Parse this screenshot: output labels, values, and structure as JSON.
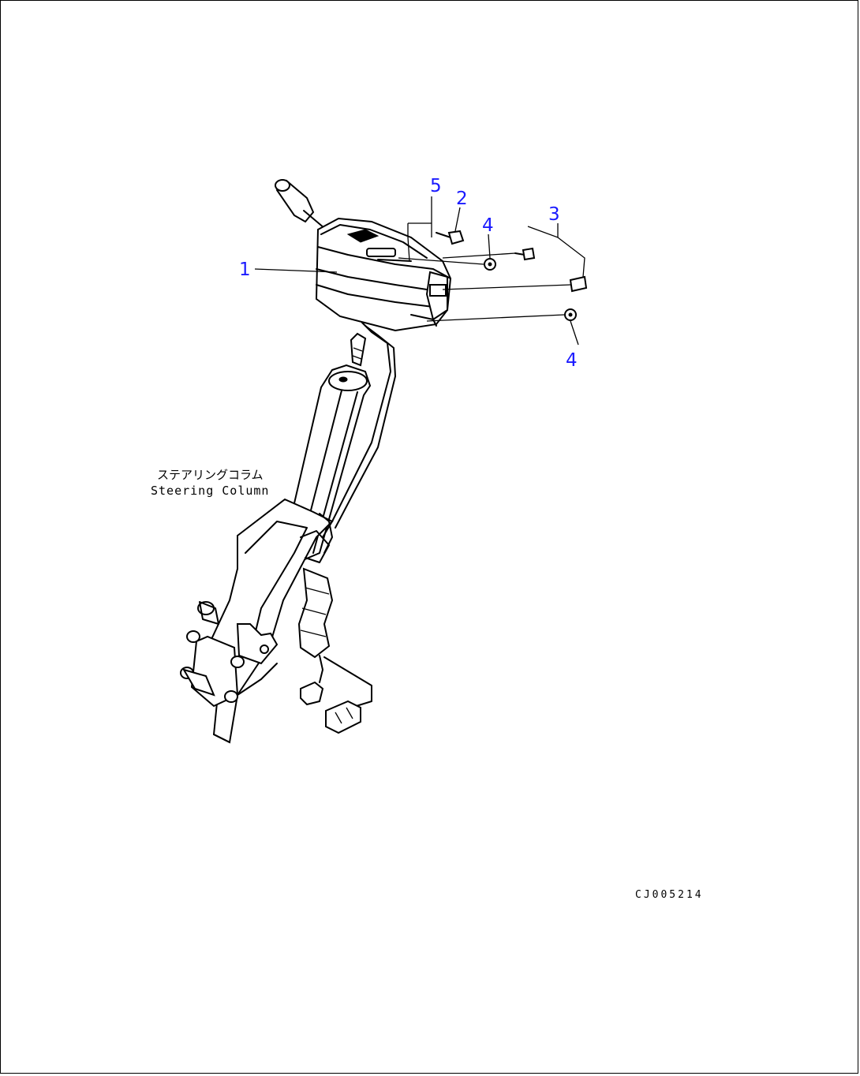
{
  "callouts": [
    {
      "id": "c1",
      "label": "1"
    },
    {
      "id": "c2",
      "label": "2"
    },
    {
      "id": "c3",
      "label": "3"
    },
    {
      "id": "c4a",
      "label": "4"
    },
    {
      "id": "c4b",
      "label": "4"
    },
    {
      "id": "c5",
      "label": "5"
    }
  ],
  "column_label": {
    "japanese": "ステアリングコラム",
    "english": "Steering Column"
  },
  "drawing_code": "CJ005214"
}
